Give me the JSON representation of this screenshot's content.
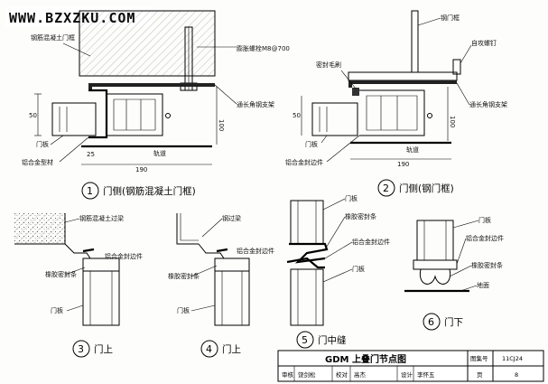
{
  "watermark": "WWW.BZXZKU.COM",
  "detail1": {
    "labels": [
      "钢筋混凝土门框",
      "膨胀螺栓M8@700",
      "通长角钢支架",
      "门板",
      "铝合金型材"
    ],
    "dims": [
      "50",
      "100",
      "25",
      "190",
      "轨道"
    ],
    "caption_num": "1",
    "caption": "门侧(钢筋混凝土门框)"
  },
  "detail2": {
    "labels": [
      "钢门框",
      "自攻螺钉",
      "密封毛刷",
      "通长角钢支架",
      "门板",
      "铝合金封边件"
    ],
    "dims": [
      "50",
      "100",
      "190",
      "轨道"
    ],
    "caption_num": "2",
    "caption": "门侧(钢门框)"
  },
  "detail3": {
    "labels": [
      "钢筋混凝土过梁",
      "铝合金封边件",
      "橡胶密封条",
      "门板"
    ],
    "caption_num": "3",
    "caption": "门上"
  },
  "detail4": {
    "labels": [
      "钢过梁",
      "铝合金封边件",
      "橡胶密封条",
      "门板"
    ],
    "caption_num": "4",
    "caption": "门上"
  },
  "detail5": {
    "labels": [
      "门板",
      "橡胶密封条",
      "铝合金封边件",
      "门板"
    ],
    "caption_num": "5",
    "caption": "门中缝"
  },
  "detail6": {
    "labels": [
      "门板",
      "铝合金封边件",
      "橡胶密封条",
      "地面"
    ],
    "caption_num": "6",
    "caption": "门下"
  },
  "title_block": {
    "title": "GDM 上叠门节点图",
    "atlas_label": "图集号",
    "atlas_no": "11CJ24",
    "row": [
      "审核",
      "饶剑松",
      "校对",
      "高杰",
      "设计",
      "李怀五"
    ],
    "page_label": "页",
    "page_no": "8"
  }
}
